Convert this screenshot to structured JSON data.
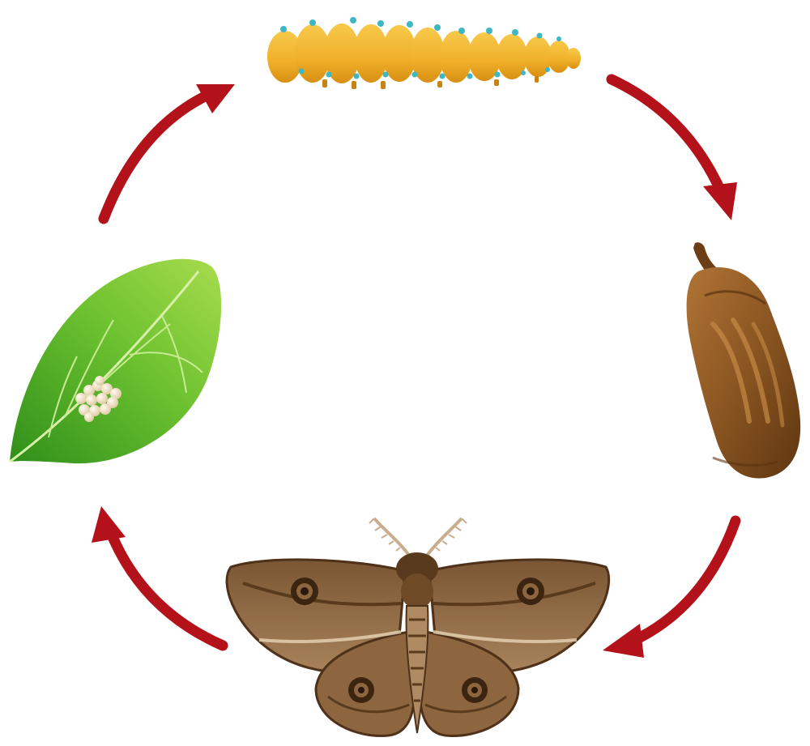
{
  "diagram": {
    "type": "cycle",
    "stages": [
      {
        "id": "eggs",
        "icon": "eggs-on-leaf-icon"
      },
      {
        "id": "caterpillar",
        "icon": "caterpillar-icon"
      },
      {
        "id": "pupa",
        "icon": "pupa-icon"
      },
      {
        "id": "adult",
        "icon": "moth-icon"
      }
    ],
    "flow": [
      "eggs",
      "caterpillar",
      "pupa",
      "adult",
      "eggs"
    ],
    "arrow_color": "#b3121a"
  },
  "colors": {
    "leaf_dark": "#3a9e1f",
    "leaf_light": "#9ad84a",
    "egg": "#f1e4c6",
    "caterpillar": "#f2b731",
    "caterpillar_spikes": "#3fb7c3",
    "pupa": "#8a5521",
    "moth": "#7a5231"
  }
}
